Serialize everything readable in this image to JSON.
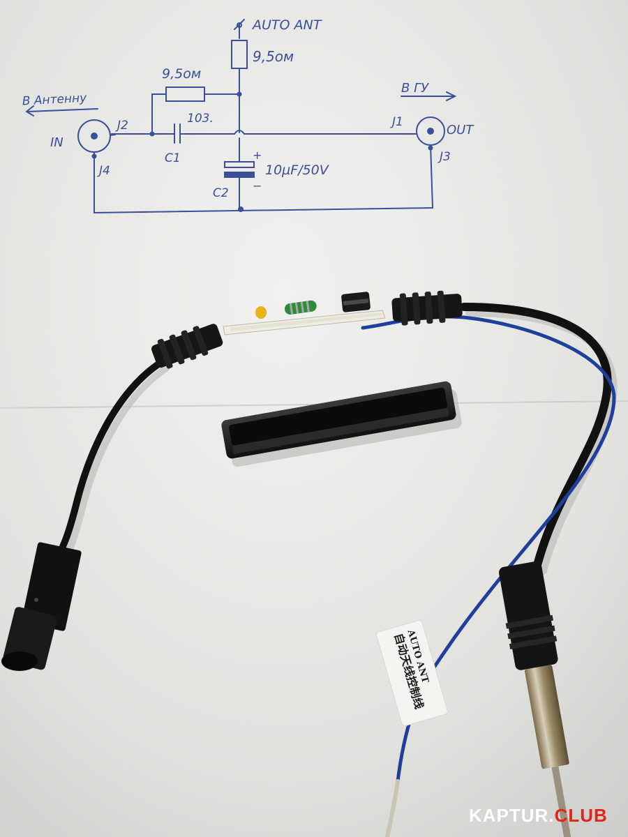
{
  "photo": {
    "schematic": {
      "auto_ant": "AUTO ANT",
      "r_top": "9,5ом",
      "r_mid": "9,5ом",
      "to_antenna": "В Антенну",
      "to_hu": "В ГУ",
      "in": "IN",
      "out": "OUT",
      "j1": "J1",
      "j2": "J2",
      "j3": "J3",
      "j4": "J4",
      "c1_value": "103.",
      "c1": "C1",
      "c2_value": "10µF/50V",
      "c2": "C2",
      "plus": "+",
      "minus": "−"
    },
    "tag": {
      "line1": "AUTO ANT",
      "line2": "自动天线控制线"
    },
    "watermark": {
      "part1": "KAPTUR.",
      "part2": "CLUB",
      "color1": "#ffffff",
      "color2": "#e2231a"
    }
  }
}
